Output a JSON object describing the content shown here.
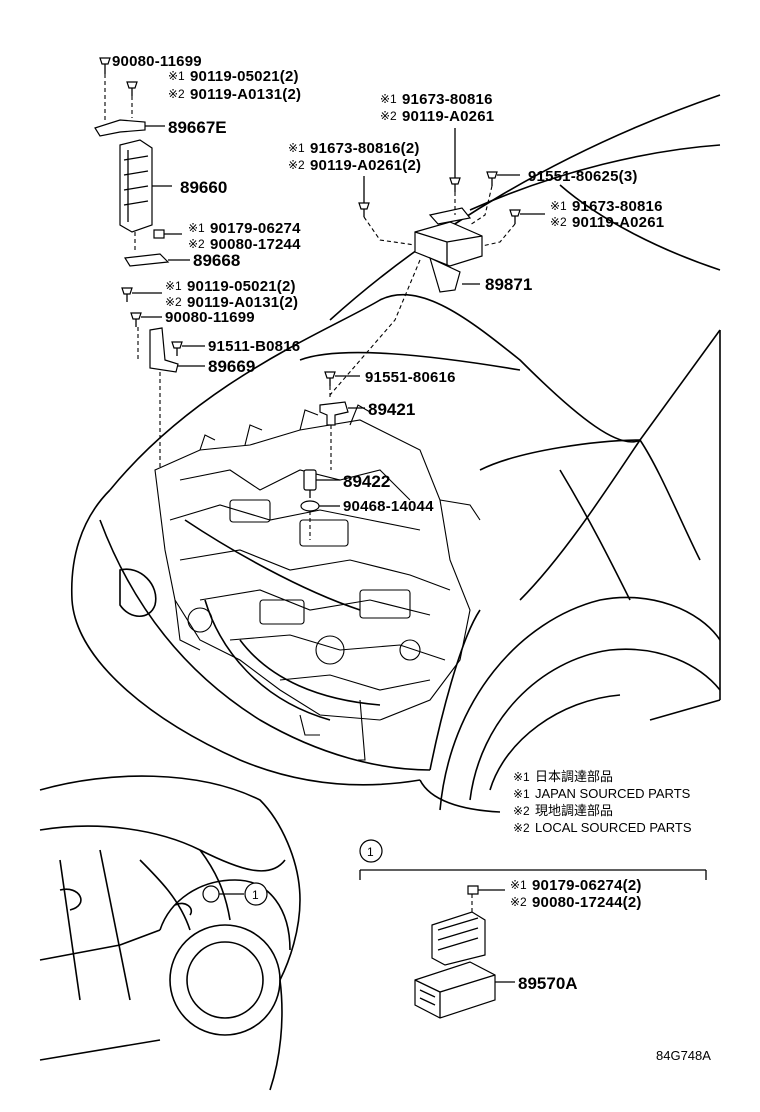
{
  "labels": {
    "l1": "90080-11699",
    "l2a_mark": "※1",
    "l2a": "90119-05021(2)",
    "l2b_mark": "※2",
    "l2b": "90119-A0131(2)",
    "l3": "89667E",
    "l4": "89660",
    "l5a_mark": "※1",
    "l5a": "90179-06274",
    "l5b_mark": "※2",
    "l5b": "90080-17244",
    "l6": "89668",
    "l7a_mark": "※1",
    "l7a": "90119-05021(2)",
    "l7b_mark": "※2",
    "l7b": "90119-A0131(2)",
    "l8": "90080-11699",
    "l9": "91511-B0816",
    "l10": "89669",
    "r1a_mark": "※1",
    "r1a": "91673-80816",
    "r1b_mark": "※2",
    "r1b": "90119-A0261",
    "r2a_mark": "※1",
    "r2a": "91673-80816(2)",
    "r2b_mark": "※2",
    "r2b": "90119-A0261(2)",
    "r3": "91551-80625(3)",
    "r4a_mark": "※1",
    "r4a": "91673-80816",
    "r4b_mark": "※2",
    "r4b": "90119-A0261",
    "r5": "89871",
    "c1": "91551-80616",
    "c2": "89421",
    "c3": "89422",
    "c4": "90468-14044",
    "b1a_mark": "※1",
    "b1a": "90179-06274(2)",
    "b1b_mark": "※2",
    "b1b": "90080-17244(2)",
    "b2": "89570A",
    "callout_top": "1",
    "callout_car": "1",
    "drawing_code": "84G748A"
  },
  "legend": [
    {
      "mark": "※1",
      "text": "日本調達部品"
    },
    {
      "mark": "※1",
      "text": "JAPAN SOURCED PARTS"
    },
    {
      "mark": "※2",
      "text": "現地調達部品"
    },
    {
      "mark": "※2",
      "text": "LOCAL SOURCED PARTS"
    }
  ]
}
